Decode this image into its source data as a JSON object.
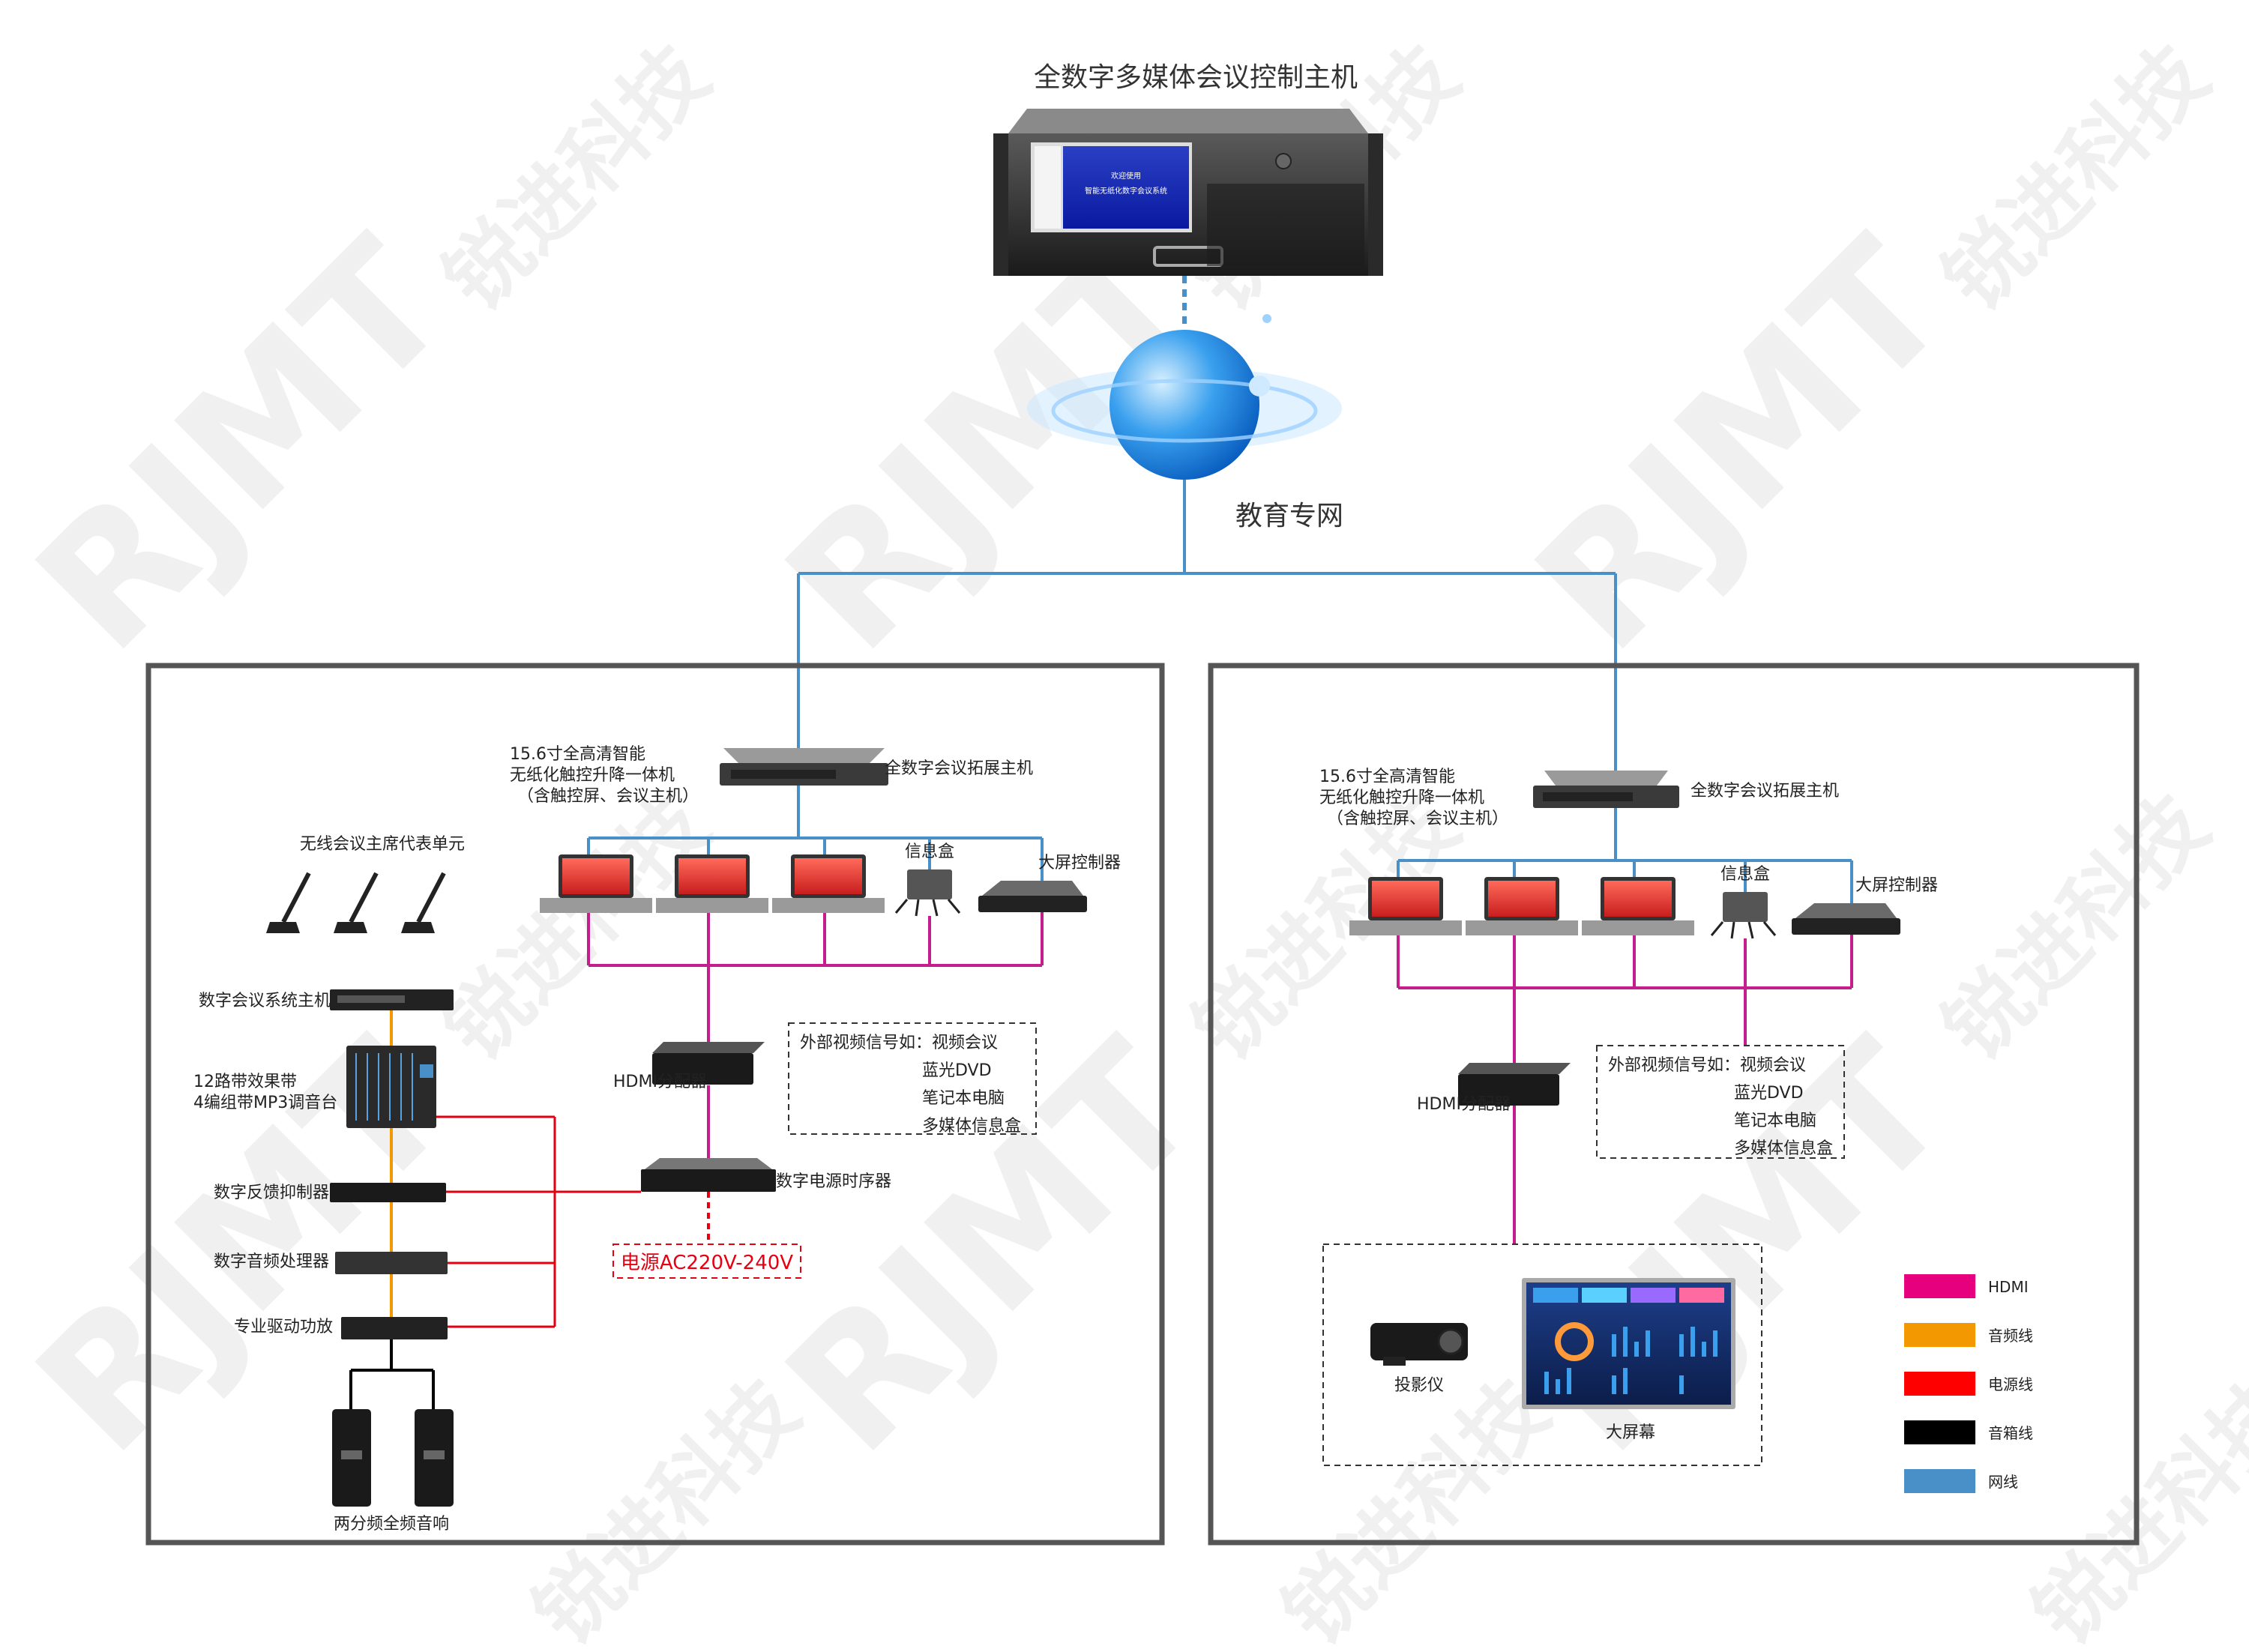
{
  "title": "全数字多媒体会议控制主机",
  "host_screen": {
    "line1": "欢迎使用",
    "line2": "智能无纸化数字会议系统"
  },
  "network_label": "教育专网",
  "left_panel": {
    "expansion_host": "全数字会议拓展主机",
    "terminal_line1": "15.6寸全高清智能",
    "terminal_line2": "无纸化触控升降一体机",
    "terminal_line3": "（含触控屏、会议主机）",
    "info_box": "信息盒",
    "screen_controller": "大屏控制器",
    "wireless_unit": "无线会议主席代表单元",
    "conference_host": "数字会议系统主机",
    "mixer_line1": "12路带效果带",
    "mixer_line2": "4编组带MP3调音台",
    "feedback": "数字反馈抑制器",
    "processor": "数字音频处理器",
    "amplifier": "专业驱动功放",
    "speakers": "两分频全频音响",
    "hdmi_splitter": "HDMI分配器",
    "sequencer": "数字电源时序器",
    "power": "电源AC220V-240V",
    "external_title": "外部视频信号如：视频会议",
    "external_items": [
      "蓝光DVD",
      "笔记本电脑",
      "多媒体信息盒"
    ]
  },
  "right_panel": {
    "expansion_host": "全数字会议拓展主机",
    "terminal_line1": "15.6寸全高清智能",
    "terminal_line2": "无纸化触控升降一体机",
    "terminal_line3": "（含触控屏、会议主机）",
    "info_box": "信息盒",
    "screen_controller": "大屏控制器",
    "hdmi_splitter": "HDMI分配器",
    "external_title": "外部视频信号如：视频会议",
    "external_items": [
      "蓝光DVD",
      "笔记本电脑",
      "多媒体信息盒"
    ],
    "projector": "投影仪",
    "big_screen": "大屏幕"
  },
  "legend": [
    {
      "label": "HDMI",
      "color": "#e6007e"
    },
    {
      "label": "音频线",
      "color": "#f39800"
    },
    {
      "label": "电源线",
      "color": "#ff0000"
    },
    {
      "label": "音箱线",
      "color": "#000000"
    },
    {
      "label": "网线",
      "color": "#4a90c8"
    }
  ],
  "colors": {
    "network": "#4a90c8",
    "hdmi": "#c41e8c",
    "power": "#e60012",
    "audio": "#f39800",
    "speaker": "#000000",
    "frame": "#555555"
  }
}
